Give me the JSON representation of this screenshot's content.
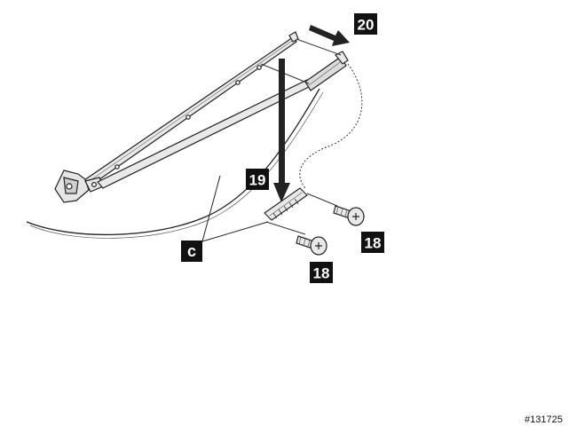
{
  "steps": {
    "step_20": "20",
    "step_19": "19",
    "screw_upper": "18",
    "screw_lower": "18"
  },
  "callout_c": "c",
  "figure_id": "#131725",
  "colors": {
    "label_bg": "#111111",
    "label_fg": "#ffffff",
    "line": "#222222",
    "part_fill": "#e9e9e9"
  }
}
